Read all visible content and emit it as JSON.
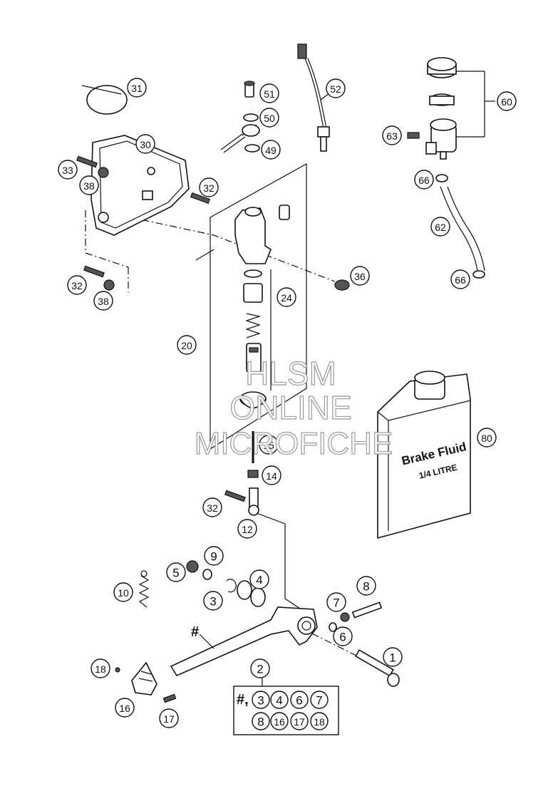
{
  "callouts": {
    "c1": "1",
    "c2": "2",
    "c3": "3",
    "c4": "4",
    "c5": "5",
    "c6": "6",
    "c7": "7",
    "c8": "8",
    "c9": "9",
    "c10": "10",
    "c12": "12",
    "c14": "14",
    "c15": "15",
    "c16": "16",
    "c17": "17",
    "c18": "18",
    "c20": "20",
    "c24": "24",
    "c30": "30",
    "c31": "31",
    "c32a": "32",
    "c32b": "32",
    "c32c": "32",
    "c33": "33",
    "c36": "36",
    "c38a": "38",
    "c38b": "38",
    "c49": "49",
    "c50": "50",
    "c51": "51",
    "c52": "52",
    "c60": "60",
    "c62": "62",
    "c63": "63",
    "c66a": "66",
    "c66b": "66",
    "c80": "80"
  },
  "kit": {
    "hash_prefix": "#,",
    "items": [
      "3",
      "4",
      "6",
      "7",
      "8",
      "16",
      "17",
      "18"
    ]
  },
  "lever_mark": "#",
  "bottle": {
    "line1": "Brake Fluid",
    "line2": "1/4 LITRE"
  },
  "watermark": {
    "line1": "HLSM",
    "line2": "ONLINE",
    "line3": "MICROFICHE"
  }
}
